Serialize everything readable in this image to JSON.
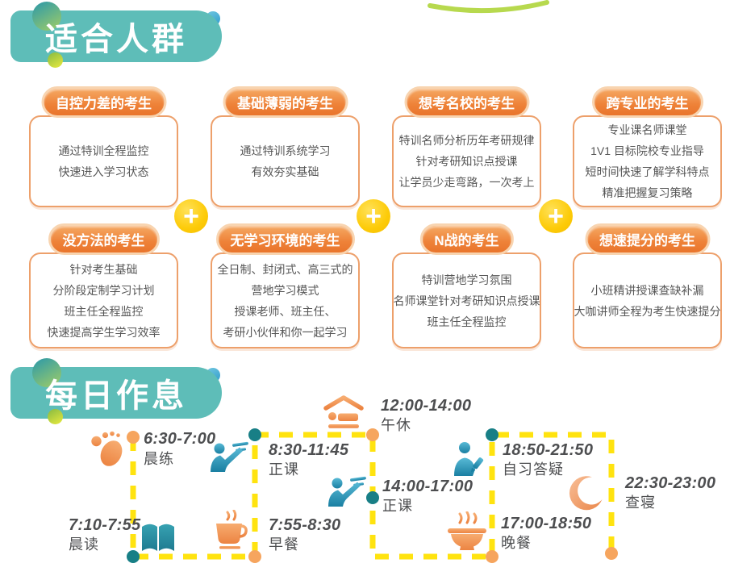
{
  "audience_section": {
    "title": "适合人群",
    "plus_symbol": "+",
    "cards": [
      {
        "tag": "自控力差的考生",
        "icon": "card-tag-pill",
        "lines": [
          "通过特训全程监控",
          "快速进入学习状态"
        ]
      },
      {
        "tag": "基础薄弱的考生",
        "icon": "card-tag-pill",
        "lines": [
          "通过特训系统学习",
          "有效夯实基础"
        ]
      },
      {
        "tag": "想考名校的考生",
        "icon": "card-tag-pill",
        "lines": [
          "特训名师分析历年考研规律",
          "针对考研知识点授课",
          "让学员少走弯路，一次考上"
        ]
      },
      {
        "tag": "跨专业的考生",
        "icon": "card-tag-pill",
        "lines": [
          "专业课名师课堂",
          "1V1 目标院校专业指导",
          "短时间快速了解学科特点",
          "精准把握复习策略"
        ]
      },
      {
        "tag": "没方法的考生",
        "icon": "card-tag-pill",
        "lines": [
          "针对考生基础",
          "分阶段定制学习计划",
          "班主任全程监控",
          "快速提高学生学习效率"
        ]
      },
      {
        "tag": "无学习环境的考生",
        "icon": "card-tag-pill",
        "lines": [
          "全日制、封闭式、高三式的",
          "营地学习模式",
          "授课老师、班主任、",
          "考研小伙伴和你一起学习"
        ]
      },
      {
        "tag": "N战的考生",
        "icon": "card-tag-pill",
        "lines": [
          "特训营地学习氛围",
          "名师课堂针对考研知识点授课",
          "班主任全程监控"
        ]
      },
      {
        "tag": "想速提分的考生",
        "icon": "card-tag-pill",
        "lines": [
          "小班精讲授课查缺补漏",
          "大咖讲师全程为考生快速提分"
        ]
      }
    ]
  },
  "schedule_section": {
    "title": "每日作息",
    "items": [
      {
        "time": "6:30-7:00",
        "label": "晨练",
        "icon": "footprints-icon"
      },
      {
        "time": "7:10-7:55",
        "label": "晨读",
        "icon": "book-icon"
      },
      {
        "time": "7:55-8:30",
        "label": "早餐",
        "icon": "coffee-icon"
      },
      {
        "time": "8:30-11:45",
        "label": "正课",
        "icon": "teacher-icon"
      },
      {
        "time": "12:00-14:00",
        "label": "午休",
        "icon": "nap-icon"
      },
      {
        "time": "14:00-17:00",
        "label": "正课",
        "icon": "teacher-icon"
      },
      {
        "time": "17:00-18:50",
        "label": "晚餐",
        "icon": "bowl-icon"
      },
      {
        "time": "18:50-21:50",
        "label": "自习答疑",
        "icon": "student-writing-icon"
      },
      {
        "time": "22:30-23:00",
        "label": "查寝",
        "icon": "moon-icon"
      }
    ]
  },
  "colors": {
    "banner_teal": "#5EBDB8",
    "card_border_orange": "#EDA06B",
    "pill_orange": "#EE8238",
    "plus_yellow": "#FDCB08",
    "path_yellow": "#FFE30F",
    "dot_orange": "#F6A55E",
    "dot_teal": "#187F86",
    "text_gray": "#565656"
  }
}
